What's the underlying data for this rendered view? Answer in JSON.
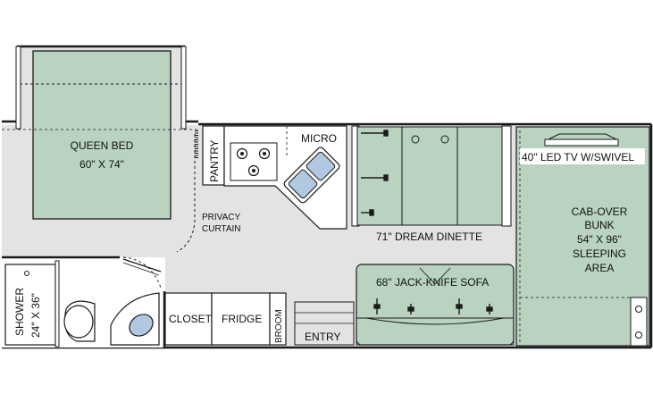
{
  "labels": {
    "queen_bed": "QUEEN BED",
    "queen_bed_size": "60\" X 74\"",
    "pantry": "PANTRY",
    "micro": "MICRO",
    "privacy": "PRIVACY",
    "curtain": "CURTAIN",
    "dinette": "71\" DREAM DINETTE",
    "tv": "40\" LED TV W/SWIVEL",
    "cab_1": "CAB-OVER",
    "cab_2": "BUNK",
    "cab_3": "54\" X 96\"",
    "cab_4": "SLEEPING",
    "cab_5": "AREA",
    "sofa": "68\" JACK-KNIFE SOFA",
    "shower_1": "SHOWER",
    "shower_2": "24\" X 36\"",
    "closet": "CLOSET",
    "fridge": "FRIDGE",
    "broom": "BROOM",
    "entry": "ENTRY"
  },
  "colors": {
    "floor": "#e3e3e3",
    "furniture": "#b9d3c0",
    "wall": "#1a1a1a",
    "counter": "#ffffff",
    "micro_glass": "#b0c8e0"
  }
}
